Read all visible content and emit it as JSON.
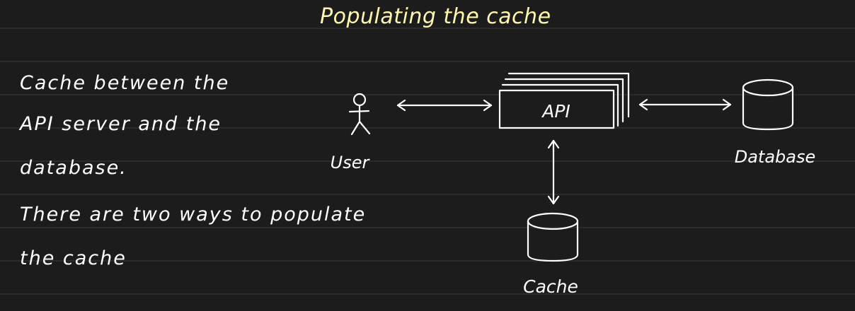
{
  "title": "Populating the cache",
  "notes": {
    "line1": "Cache between the",
    "line2": "API server and the",
    "line3": "database.",
    "line4": "There are two ways to populate",
    "line5": "the cache"
  },
  "diagram": {
    "user_label": "User",
    "api_label": "API",
    "database_label": "Database",
    "cache_label": "Cache"
  },
  "colors": {
    "background": "#1c1c1c",
    "title": "#fff8b0",
    "ink": "#ffffff",
    "ruled_line": "#3a3a3a"
  }
}
